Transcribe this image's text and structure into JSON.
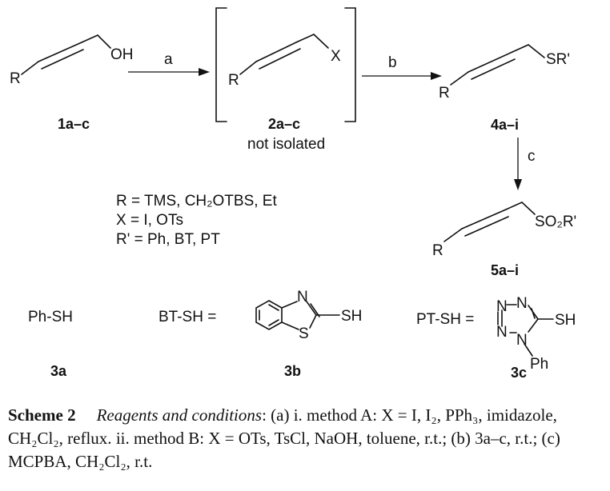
{
  "scheme": {
    "r_label": "R",
    "oh_label": "OH",
    "x_label": "X",
    "sr_label": "SR'",
    "so2r_label": "SO₂R'",
    "arrow_a_label": "a",
    "arrow_b_label": "b",
    "arrow_c_label": "c",
    "compound_1": "1a–c",
    "compound_2": "2a–c",
    "compound_2_note": "not isolated",
    "compound_4": "4a–i",
    "compound_5": "5a–i",
    "legend_r": "R  = TMS, CH₂OTBS, Et",
    "legend_x": "X  = I, OTs",
    "legend_rp": "R' = Ph, BT, PT",
    "ph_sh": "Ph-SH",
    "bt_sh": "BT-SH  =",
    "pt_sh": "PT-SH  =",
    "compound_3a": "3a",
    "compound_3b": "3b",
    "compound_3c": "3c",
    "n_atom": "N",
    "s_atom": "S",
    "sh_group": "SH",
    "ph_group": "Ph"
  },
  "caption": {
    "title": "Scheme 2",
    "reagents_label": "Reagents and conditions",
    "step_a_i": "(a) i. method A: X = I, I₂, PPh₃, imidazole, CH₂Cl₂, reflux.",
    "step_a_ii": "ii. method B: X = OTs, TsCl, NaOH, toluene, r.t.;",
    "step_b": "(b) 3a–c, r.t.;",
    "step_c": "(c) MCPBA, CH₂Cl₂, r.t."
  }
}
